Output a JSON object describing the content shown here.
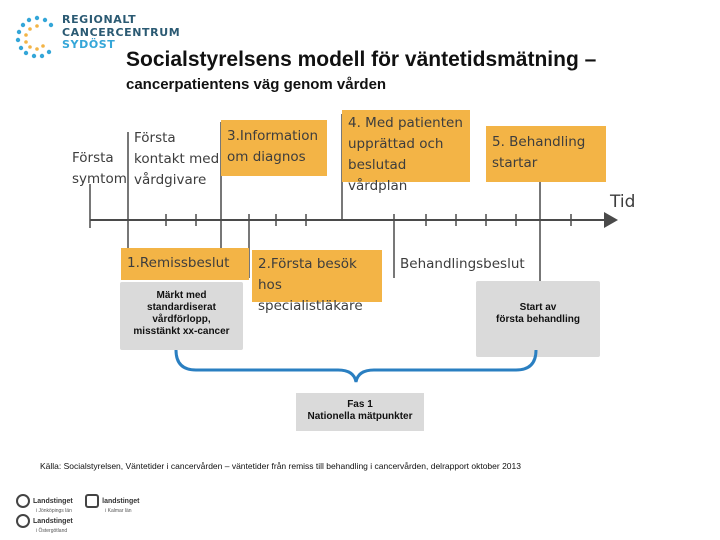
{
  "logo": {
    "line1": "REGIONALT",
    "line2": "CANCERCENTRUM",
    "line3": "SYDÖST"
  },
  "title": "Socialstyrelsens modell för väntetidsmätning –",
  "subtitle": "cancerpatientens väg genom vården",
  "diagram": {
    "label_forsta_kontakt": [
      "Första",
      "kontakt med",
      "vårdgivare"
    ],
    "label_forsta_symtom": [
      "Första",
      "symtom"
    ],
    "box_information": [
      "3.Information",
      "om diagnos"
    ],
    "box_upprattad": [
      "4. Med patienten",
      "upprättad och",
      "beslutad vårdplan"
    ],
    "box_behandling": [
      "5. Behandling",
      "startar"
    ],
    "axis_label": "Tid",
    "box_remissbeslut": "1.Remissbeslut",
    "box_forsta_besok": [
      "2.Första besök hos",
      "specialistläkare"
    ],
    "label_behandlingsbeslut": "Behandlingsbeslut"
  },
  "grey_left": [
    "Märkt med",
    "standardiserat",
    "vårdförlopp,",
    "misstänkt xx-cancer"
  ],
  "grey_right": [
    "Start av",
    "första behandling"
  ],
  "fas": [
    "Fas 1",
    "Nationella mätpunkter"
  ],
  "source": "Källa: Socialstyrelsen, Väntetider i cancervården – väntetider från remiss till behandling i cancervården, delrapport oktober 2013",
  "footer_logos": [
    {
      "name": "Landstinget",
      "sub": "i Jönköpings län"
    },
    {
      "name": "landstinget",
      "sub": "i Kalmar län"
    },
    {
      "name": "Landstinget",
      "sub": "i Östergötland"
    }
  ],
  "colors": {
    "orange_box": "#f3b446",
    "grey_box": "#dadada",
    "brace": "#2a7fc1",
    "logo_dark": "#2b5a73",
    "logo_light": "#34a6d8"
  }
}
